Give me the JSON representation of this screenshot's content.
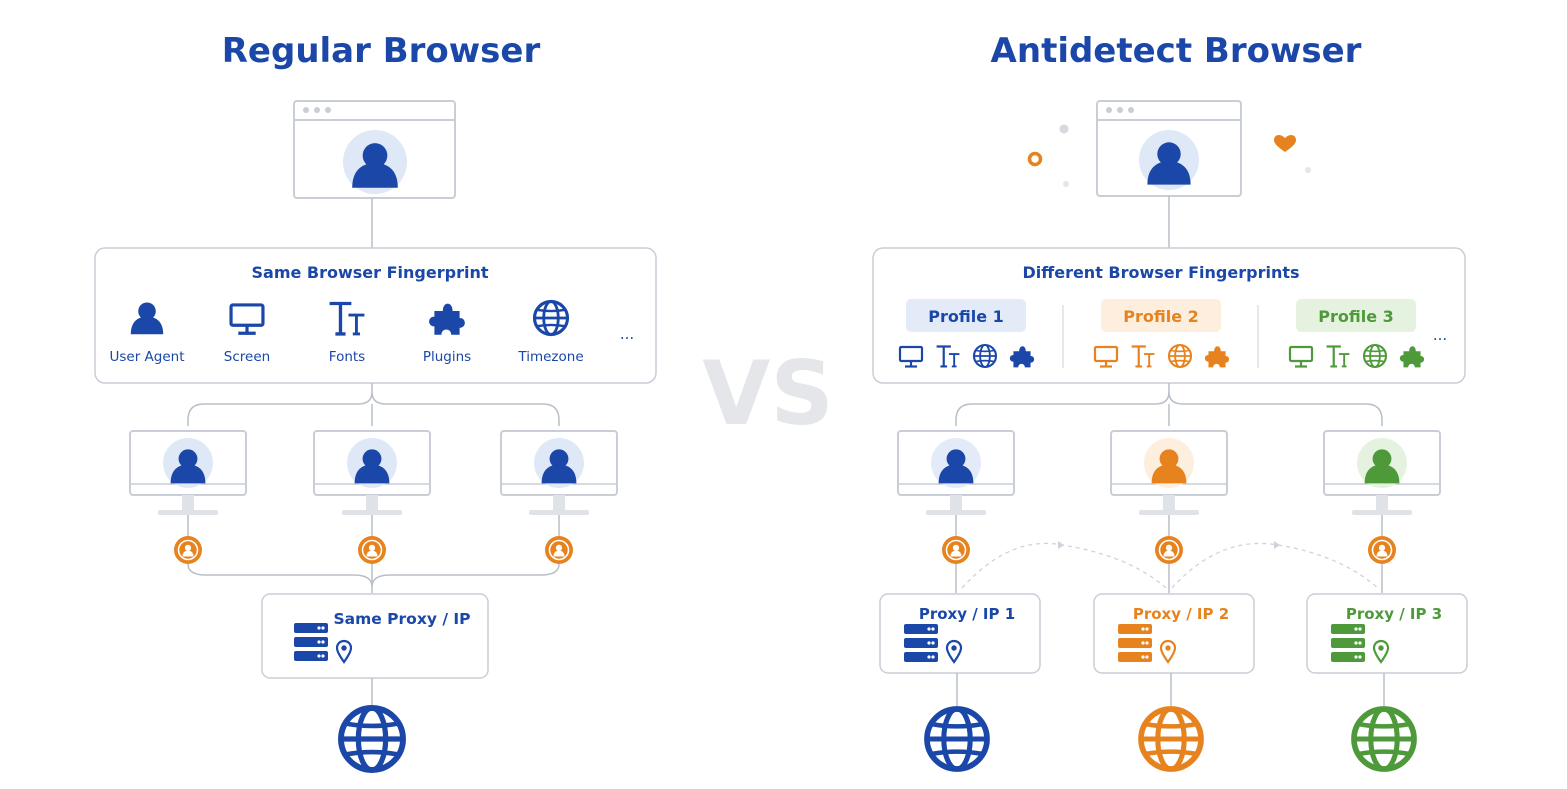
{
  "vs_text": "VS",
  "colors": {
    "blue": "#1a47a8",
    "orange": "#e6831f",
    "green": "#4e9a3a",
    "gray_line": "#b9bfc8",
    "gray_box": "#c9ced6",
    "avatar_bg": "#dfe8f7",
    "vs": "#e4e6ea"
  },
  "regular": {
    "title": "Regular Browser",
    "fingerprint": {
      "title": "Same Browser Fingerprint",
      "more": "...",
      "items": [
        {
          "icon": "user-icon",
          "label": "User Agent"
        },
        {
          "icon": "monitor-icon",
          "label": "Screen"
        },
        {
          "icon": "fonts-icon",
          "label": "Fonts"
        },
        {
          "icon": "puzzle-icon",
          "label": "Plugins"
        },
        {
          "icon": "globe-icon",
          "label": "Timezone"
        }
      ]
    },
    "proxy": {
      "label": "Same Proxy / IP"
    }
  },
  "antidetect": {
    "title": "Antidetect Browser",
    "fingerprint": {
      "title": "Different Browser Fingerprints",
      "more": "...",
      "profiles": [
        {
          "label": "Profile 1",
          "color": "#1a47a8",
          "bg": "#e3ebf9"
        },
        {
          "label": "Profile 2",
          "color": "#e6831f",
          "bg": "#fdeedd"
        },
        {
          "label": "Profile 3",
          "color": "#4e9a3a",
          "bg": "#e5f2e0"
        }
      ]
    },
    "proxies": [
      {
        "label": "Proxy / IP 1",
        "color": "#1a47a8"
      },
      {
        "label": "Proxy / IP 2",
        "color": "#e6831f"
      },
      {
        "label": "Proxy / IP 3",
        "color": "#4e9a3a"
      }
    ]
  }
}
